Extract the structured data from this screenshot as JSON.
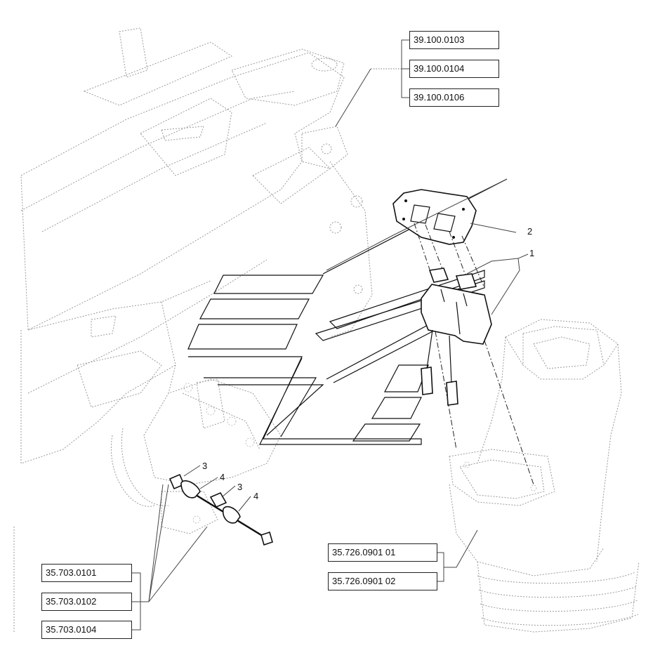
{
  "references": {
    "top_group": [
      "39.100.0103",
      "39.100.0104",
      "39.100.0106"
    ],
    "right_group": [
      "35.726.0901 01",
      "35.726.0901 02"
    ],
    "left_group": [
      "35.703.0101",
      "35.703.0102",
      "35.703.0104"
    ]
  },
  "callouts": {
    "item_1": "1",
    "item_2": "2",
    "item_3a": "3",
    "item_4a": "4",
    "item_3b": "3",
    "item_4b": "4"
  }
}
